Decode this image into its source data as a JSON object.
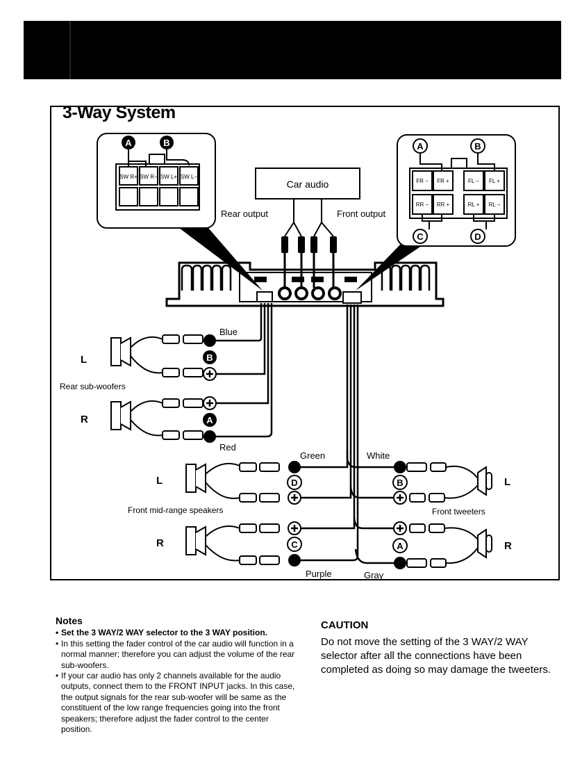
{
  "section": {
    "title": "3-Way System"
  },
  "diagram": {
    "car_audio": "Car audio",
    "rear_output": "Rear output",
    "front_output": "Front output",
    "left_connector": {
      "marker_a": "A",
      "marker_b": "B",
      "pins": [
        "SW R+",
        "SW R−",
        "SW L+",
        "SW L−"
      ]
    },
    "right_connector": {
      "marker_a": "A",
      "marker_b": "B",
      "marker_c": "C",
      "marker_d": "D",
      "top_pins": [
        "FR −",
        "FR +",
        "FL −",
        "FL +"
      ],
      "bottom_pins": [
        "RR −",
        "RR +",
        "RL +",
        "RL −"
      ]
    },
    "rear_sub_woofers": "Rear sub-woofers",
    "front_mid_range": "Front mid-range speakers",
    "front_tweeters": "Front tweeters",
    "side_left": "L",
    "side_right": "R",
    "wires": {
      "blue": "Blue",
      "red": "Red",
      "green": "Green",
      "purple": "Purple",
      "white": "White",
      "gray": "Gray"
    },
    "markers": {
      "a": "A",
      "b": "B",
      "c": "C",
      "d": "D"
    }
  },
  "notes": {
    "title": "Notes",
    "items": [
      "Set the 3 WAY/2 WAY selector to the 3 WAY position.",
      "In this setting the fader control of the car audio will function in a normal manner; therefore you can adjust the volume of the rear sub-woofers.",
      "If your car audio has only 2 channels available for the audio outputs, connect them to the FRONT INPUT jacks. In this case, the output signals for the rear sub-woofer will be same as the constituent of the low range frequencies going into the front speakers; therefore adjust the fader control to the center position."
    ]
  },
  "caution": {
    "title": "CAUTION",
    "text": "Do not move the setting of the 3 WAY/2 WAY selector after all the connections have been completed as doing so may damage the tweeters."
  }
}
